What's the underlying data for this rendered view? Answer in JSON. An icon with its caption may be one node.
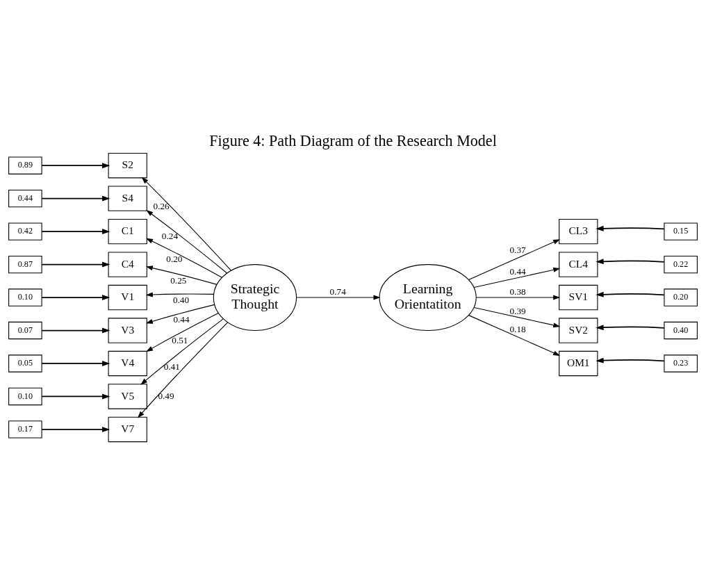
{
  "diagram": {
    "title": "Figure 4: Path Diagram of the Research Model",
    "nodes": [
      {
        "text": [
          "0.89"
        ]
      },
      {
        "text": [
          "S2"
        ]
      },
      {
        "text": [
          "0.44"
        ]
      },
      {
        "text": [
          "S4"
        ]
      },
      {
        "text": [
          "0.42"
        ]
      },
      {
        "text": [
          "C1"
        ]
      },
      {
        "text": [
          "0.87"
        ]
      },
      {
        "text": [
          "C4"
        ]
      },
      {
        "text": [
          "0.10"
        ]
      },
      {
        "text": [
          "V1"
        ]
      },
      {
        "text": [
          "0.07"
        ]
      },
      {
        "text": [
          "V3"
        ]
      },
      {
        "text": [
          "0.05"
        ]
      },
      {
        "text": [
          "V4"
        ]
      },
      {
        "text": [
          "0.10"
        ]
      },
      {
        "text": [
          "V5"
        ]
      },
      {
        "text": [
          "0.17"
        ]
      },
      {
        "text": [
          "V7"
        ]
      },
      {
        "text": [
          "Strategic Thought"
        ]
      },
      {
        "text": [
          "Learning Orientatiton"
        ]
      },
      {
        "text": [
          "CL3"
        ]
      },
      {
        "text": [
          "CL4"
        ]
      },
      {
        "text": [
          "SV1"
        ]
      },
      {
        "text": [
          "SV2"
        ]
      },
      {
        "text": [
          "OM1"
        ]
      },
      {
        "text": [
          "0.15"
        ]
      },
      {
        "text": [
          "0.22"
        ]
      },
      {
        "text": [
          "0.20"
        ]
      },
      {
        "text": [
          "0.40"
        ]
      },
      {
        "text": [
          "0.23"
        ]
      }
    ],
    "edges": [
      {
        "from": 0,
        "to": 1,
        "arrow": "to"
      },
      {
        "from": 2,
        "to": 3,
        "arrow": "to"
      },
      {
        "from": 4,
        "to": 5,
        "arrow": "to"
      },
      {
        "from": 6,
        "to": 7,
        "arrow": "to"
      },
      {
        "from": 8,
        "to": 9,
        "arrow": "to"
      },
      {
        "from": 10,
        "to": 11,
        "arrow": "to"
      },
      {
        "from": 12,
        "to": 13,
        "arrow": "to"
      },
      {
        "from": 14,
        "to": 15,
        "arrow": "to"
      },
      {
        "from": 16,
        "to": 17,
        "arrow": "to"
      },
      {
        "from": 18,
        "to": 1,
        "arrow": "to",
        "label": "0.26"
      },
      {
        "from": 18,
        "to": 3,
        "arrow": "to",
        "label": "0.24"
      },
      {
        "from": 18,
        "to": 5,
        "arrow": "to",
        "label": "0.20"
      },
      {
        "from": 18,
        "to": 7,
        "arrow": "to",
        "label": "0.25"
      },
      {
        "from": 18,
        "to": 9,
        "arrow": "to",
        "label": "0.40"
      },
      {
        "from": 18,
        "to": 11,
        "arrow": "to",
        "label": "0.44"
      },
      {
        "from": 18,
        "to": 13,
        "arrow": "to",
        "label": "0.51"
      },
      {
        "from": 18,
        "to": 15,
        "arrow": "to",
        "label": "0.41"
      },
      {
        "from": 18,
        "to": 17,
        "arrow": "to",
        "label": "0.49"
      },
      {
        "from": 18,
        "to": 19,
        "arrow": "to",
        "label": "0.74"
      },
      {
        "from": 19,
        "to": 20,
        "arrow": "to",
        "label": "0.37"
      },
      {
        "from": 19,
        "to": 21,
        "arrow": "to",
        "label": "0.44"
      },
      {
        "from": 19,
        "to": 22,
        "arrow": "to",
        "label": "0.38"
      },
      {
        "from": 19,
        "to": 23,
        "arrow": "to",
        "label": "0.39"
      },
      {
        "from": 19,
        "to": 24,
        "arrow": "to",
        "label": "0.18"
      },
      {
        "from": 25,
        "to": 20,
        "arrow": "to"
      },
      {
        "from": 26,
        "to": 21,
        "arrow": "to"
      },
      {
        "from": 27,
        "to": 22,
        "arrow": "to"
      },
      {
        "from": 28,
        "to": 23,
        "arrow": "to"
      },
      {
        "from": 29,
        "to": 24,
        "arrow": "to"
      }
    ]
  }
}
